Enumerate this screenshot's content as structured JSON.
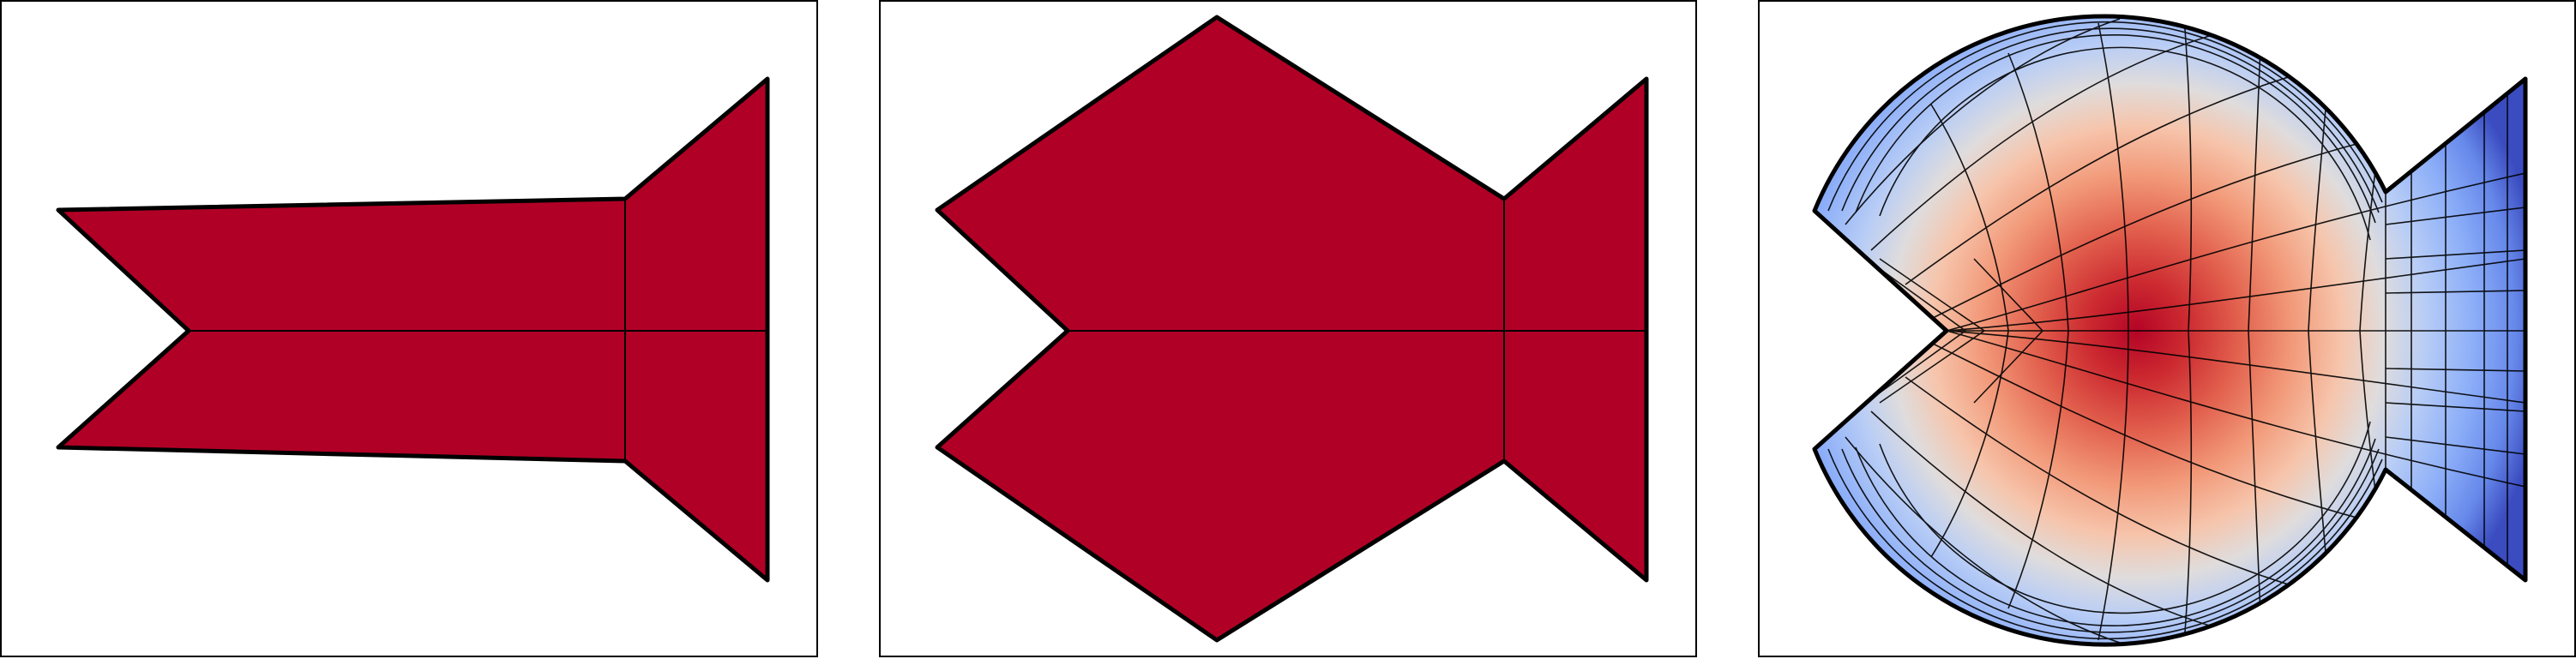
{
  "figure": {
    "panels": [
      {
        "stage": "initial-coarse-mesh",
        "fill_color": "#b10026"
      },
      {
        "stage": "deformed-coarse-mesh",
        "fill_color": "#b10026"
      },
      {
        "stage": "refined-mesh-with-field",
        "colormap": "coolwarm",
        "low_color": "#3b4cc0",
        "high_color": "#b40426"
      }
    ],
    "outline_color": "#000000"
  }
}
